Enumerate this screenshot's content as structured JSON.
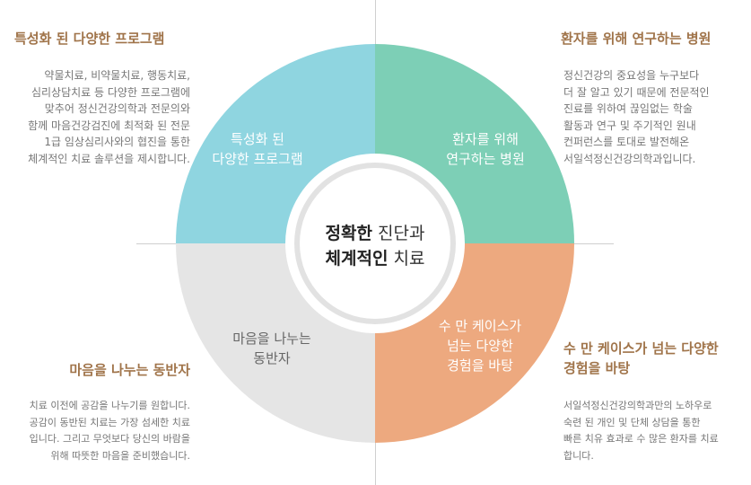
{
  "colors": {
    "top_left": "#8fd5e0",
    "top_right": "#7dcfb6",
    "bottom_right": "#eda97f",
    "bottom_left": "#e5e5e5",
    "title_accent": "#a0744a"
  },
  "center": {
    "line1_bold": "정확한",
    "line1_rest": " 진단과",
    "line2_bold": "체계적인",
    "line2_rest": " 치료"
  },
  "quadrants": {
    "top_left": {
      "line1": "특성화 된",
      "line2": "다양한 프로그램"
    },
    "top_right": {
      "line1": "환자를 위해",
      "line2": "연구하는 병원"
    },
    "bottom_right": {
      "line1": "수 만 케이스가",
      "line2": "넘는 다양한",
      "line3": "경험을 바탕"
    },
    "bottom_left": {
      "line1": "마음을 나누는",
      "line2": "동반자"
    }
  },
  "sections": {
    "top_left": {
      "title": "특성화 된 다양한 프로그램",
      "lines": [
        "약물치료, 비약물치료, 행동치료,",
        "심리상담치료 등 다양한 프로그램에",
        "맞추어 정신건강의학과 전문의와",
        "함께 마음건강검진에 최적화 된 전문",
        "1급 임상심리사와의 협진을 통한",
        "체계적인 치료 솔루션을 제시합니다."
      ]
    },
    "top_right": {
      "title": "환자를 위해 연구하는 병원",
      "lines": [
        "정신건강의 중요성을 누구보다",
        "더 잘 알고 있기 때문에 전문적인",
        "진료를 위하여 끊임없는 학술",
        "활동과 연구 및 주기적인 원내",
        "컨퍼런스를 토대로 발전해온",
        "서일석정신건강의학과입니다."
      ]
    },
    "bottom_left": {
      "title": "마음을 나누는 동반자",
      "lines": [
        "치료 이전에 공감을 나누기를 원합니다.",
        "공감이 동반된 치료는 가장 섬세한 치료",
        "입니다. 그리고 무엇보다 당신의 바람을",
        "위해 따뜻한 마음을 준비했습니다."
      ]
    },
    "bottom_right": {
      "title_line1": "수 만 케이스가 넘는 다양한",
      "title_line2": "경험을 바탕",
      "lines": [
        "서일석정신건강의학과만의 노하우로",
        "숙련 된 개인 및 단체 상담을 통한",
        "빠른 치유 효과로 수 많은 환자를 치료",
        "합니다."
      ]
    }
  }
}
